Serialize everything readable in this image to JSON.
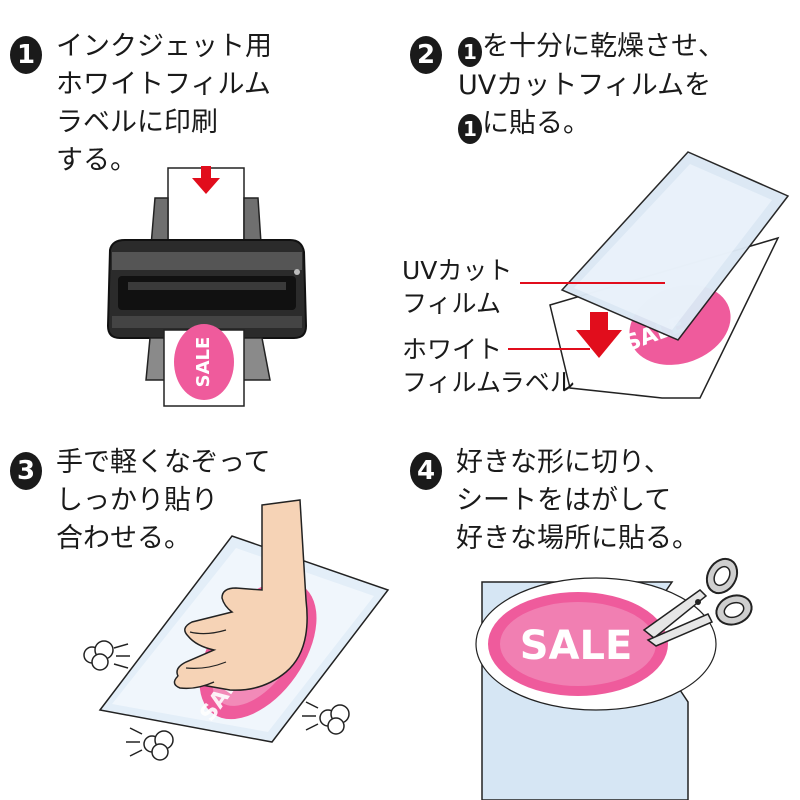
{
  "steps": [
    {
      "number": "1",
      "lines": [
        "インクジェット用",
        "ホワイトフィルム",
        "ラベルに印刷",
        "する。"
      ],
      "illustration": {
        "label_text": "SALE",
        "icon": "printer-icon"
      }
    },
    {
      "number": "2",
      "inline_ref": "1",
      "lines": [
        "を十分に乾燥させ、",
        "UVカットフィルムを",
        "に貼る。"
      ],
      "illustration": {
        "label_text": "SALE",
        "callout_top": [
          "UVカット",
          "フィルム"
        ],
        "callout_bottom": [
          "ホワイト",
          "フィルムラベル"
        ]
      }
    },
    {
      "number": "3",
      "lines": [
        "手で軽くなぞって",
        "しっかり貼り",
        "合わせる。"
      ],
      "illustration": {
        "label_text": "SALE",
        "icon": "hand-icon"
      }
    },
    {
      "number": "4",
      "lines": [
        "好きな形に切り、",
        "シートをはがして",
        "好きな場所に貼る。"
      ],
      "illustration": {
        "label_text": "SALE",
        "icon": "scissors-icon"
      }
    }
  ],
  "colors": {
    "accent_red": "#e10d1c",
    "label_pink": "#ef5b9c",
    "label_pink_light": "#f7c3dc",
    "film_blue": "#d8e9f7",
    "ink_dark": "#1a1a1a"
  }
}
